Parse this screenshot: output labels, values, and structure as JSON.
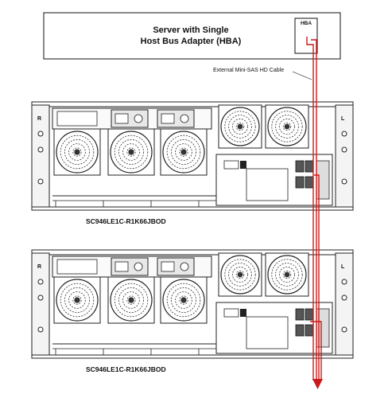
{
  "server": {
    "title_line1": "Server with Single",
    "title_line2": "Host Bus Adapter (HBA)",
    "hba_label": "HBA"
  },
  "cable": {
    "label": "External Mini-SAS HD Cable",
    "color": "#cc1a1a"
  },
  "chassis": [
    {
      "model": "SC946LE1C-R1K66JBOD",
      "left_mark": "R",
      "right_mark": "L"
    },
    {
      "model": "SC946LE1C-R1K66JBOD",
      "left_mark": "R",
      "right_mark": "L"
    }
  ],
  "colors": {
    "line": "#1a1a1a",
    "cable": "#cc1a1a"
  }
}
